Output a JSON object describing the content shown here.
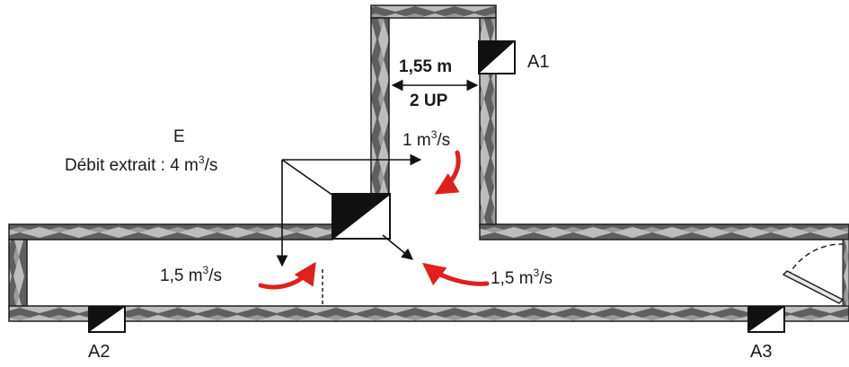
{
  "labels": {
    "a1": "A1",
    "a2": "A2",
    "a3": "A3",
    "e": "E",
    "extract_prefix": "Débit extrait : 4 m",
    "extract_sup": "3",
    "extract_suffix": "/s",
    "width": "1,55 m",
    "up": "2 UP",
    "flow_top_prefix": "1 m",
    "flow_top_sup": "3",
    "flow_top_suffix": "/s",
    "flow_left_prefix": "1,5 m",
    "flow_left_sup": "3",
    "flow_left_suffix": "/s",
    "flow_right_prefix": "1,5 m",
    "flow_right_sup": "3",
    "flow_right_suffix": "/s"
  },
  "colors": {
    "wall_fill": "#5f5f5f",
    "wall_light": "#b9b9b9",
    "wall_edge": "#1e1e1e",
    "flow_arrow": "#e0201b",
    "line": "#111111"
  }
}
